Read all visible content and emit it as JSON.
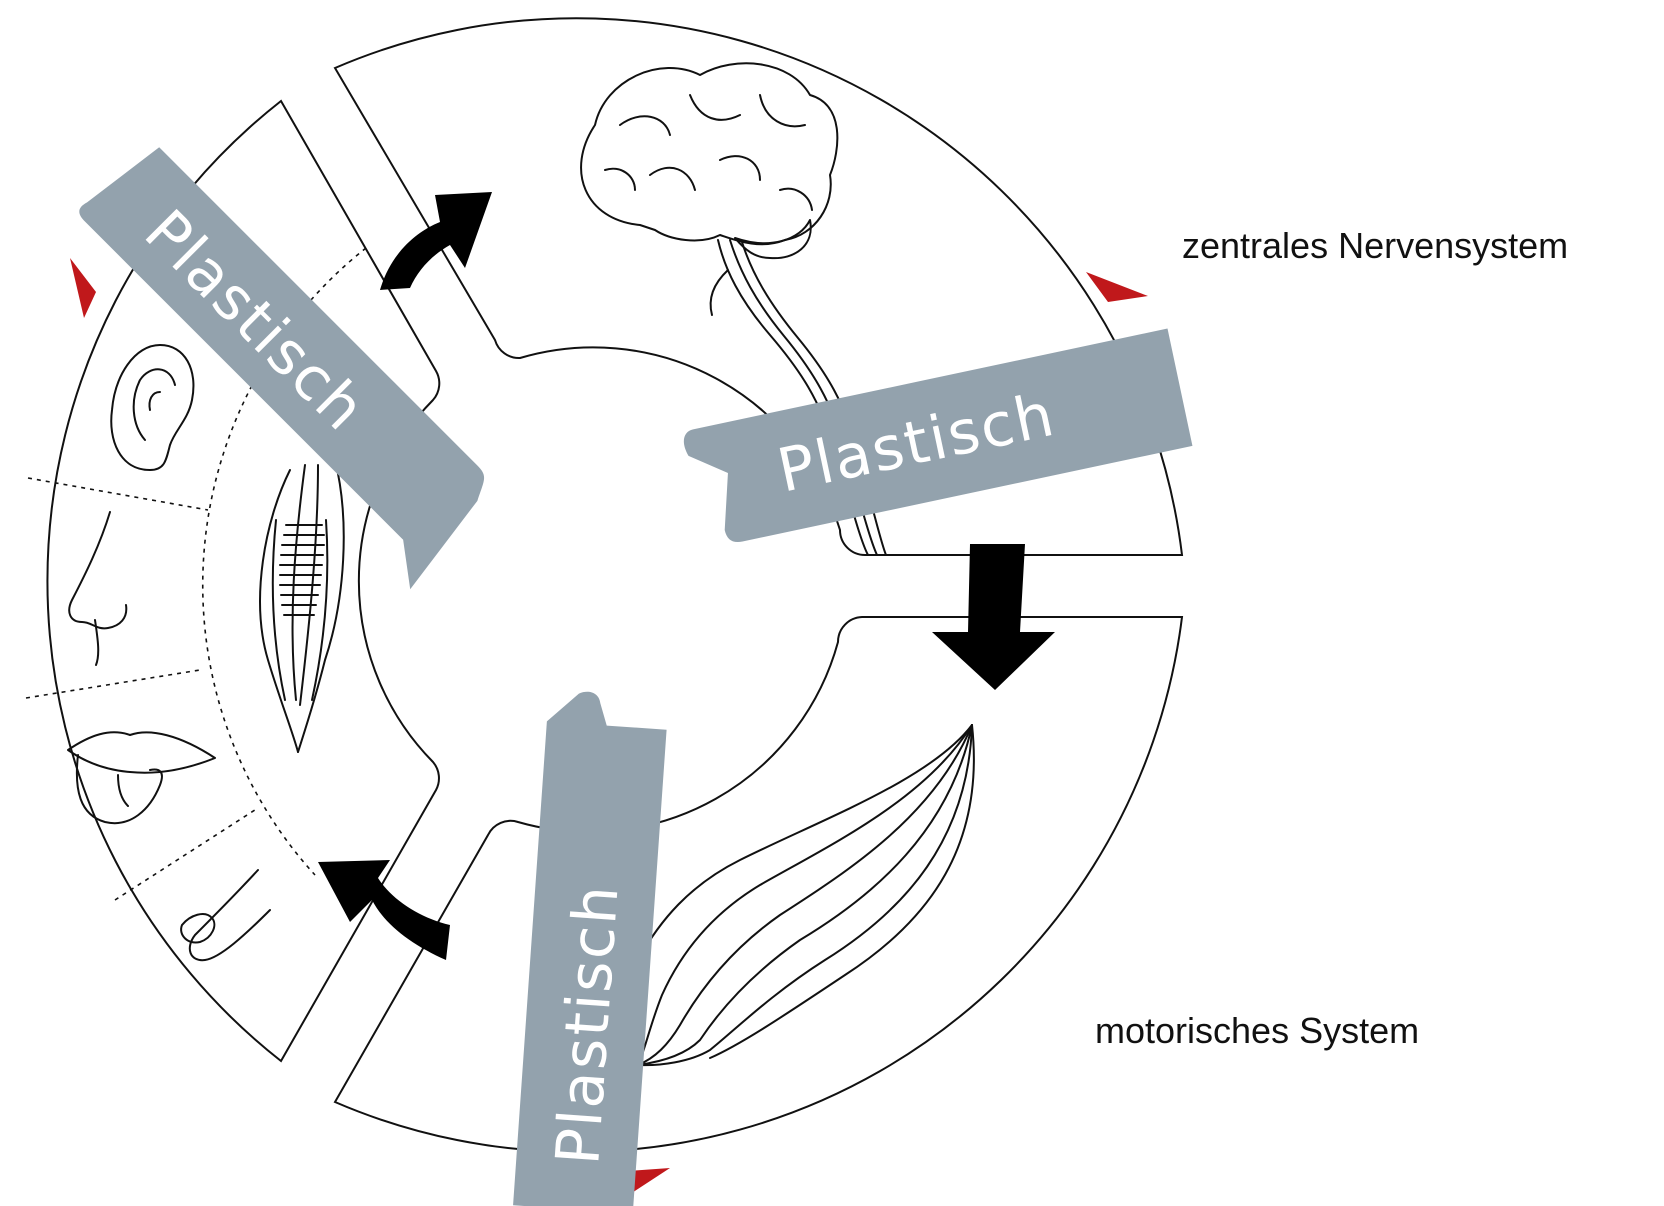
{
  "labels": {
    "cns": "zentrales Nervensystem",
    "motor": "motorisches System"
  },
  "banners": [
    "Plastisch",
    "Plastisch",
    "Plastisch"
  ],
  "colors": {
    "banner": "#93a2ad",
    "accent": "#c0181b",
    "arrow": "#000000",
    "line": "#111111"
  },
  "icons": [
    "brain-icon",
    "ear-icon",
    "nose-icon",
    "mouth-icon",
    "finger-icon",
    "muscle-spindle-icon",
    "muscle-icon"
  ]
}
